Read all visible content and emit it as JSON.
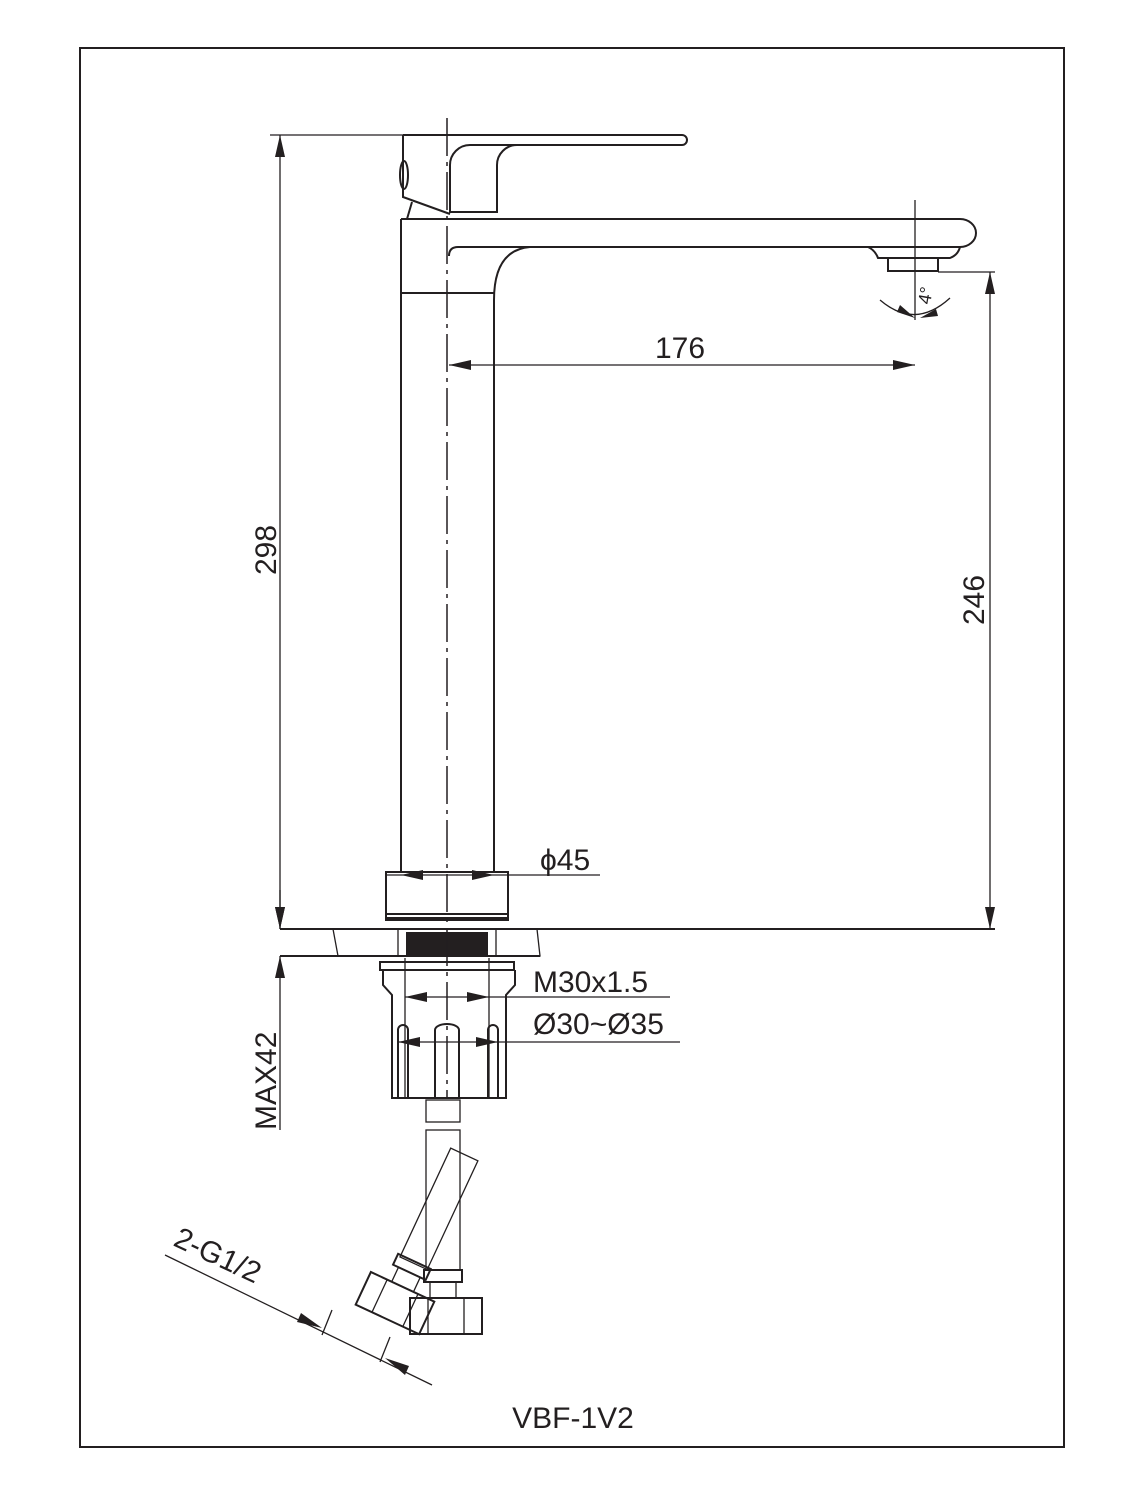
{
  "drawing": {
    "model": "VBF-1V2",
    "dimensions": {
      "total_height": "298",
      "spout_height": "246",
      "spout_reach": "176",
      "body_diameter": "ϕ45",
      "thread": "M30x1.5",
      "hole_diameter": "Ø30~Ø35",
      "max_counter_thickness": "MAX42",
      "hose_connection": "2-G1/2",
      "spout_angle": "4°"
    },
    "colors": {
      "line": "#231f20",
      "background": "#ffffff"
    }
  }
}
